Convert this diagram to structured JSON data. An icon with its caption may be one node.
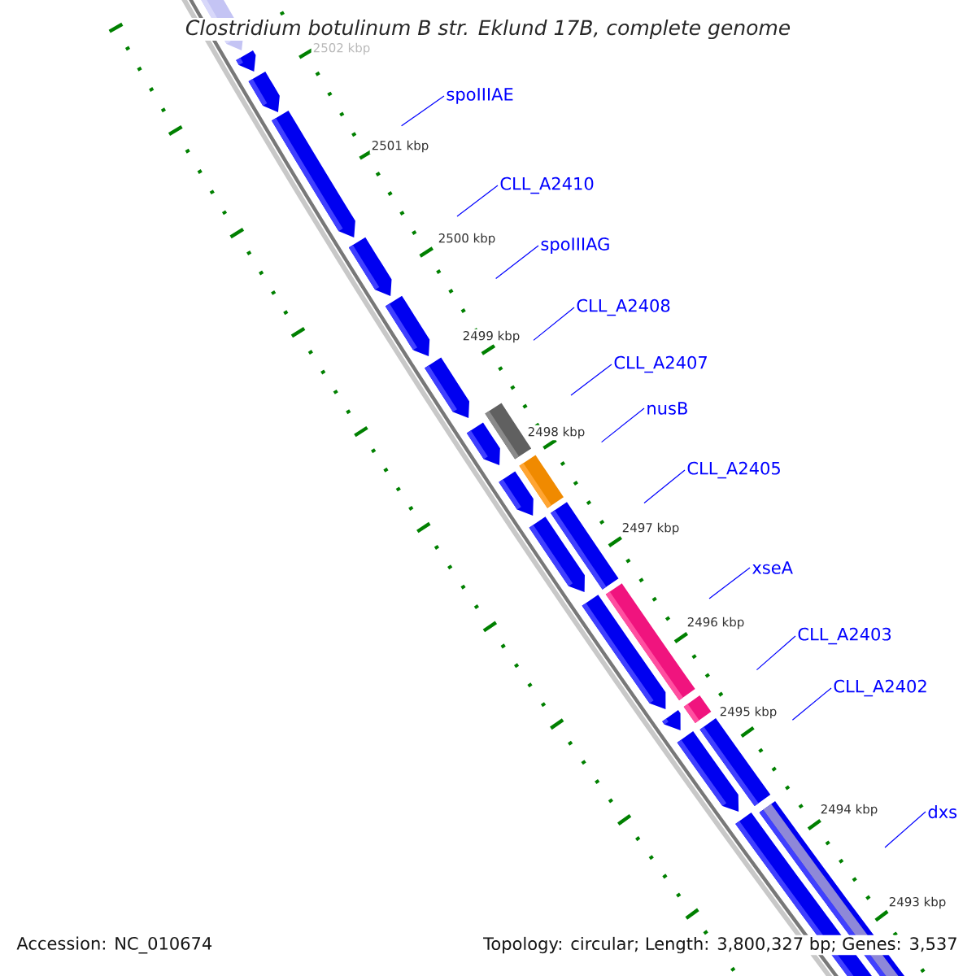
{
  "diagram": {
    "title": "Clostridium botulinum B str. Eklund 17B, complete genome",
    "nodes": [
      {
        "text": [
          "spoIIIAE"
        ]
      },
      {
        "text": [
          "CLL_A2410"
        ]
      },
      {
        "text": [
          "spoIIIAG"
        ]
      },
      {
        "text": [
          "CLL_A2408"
        ]
      },
      {
        "text": [
          "CLL_A2407"
        ]
      },
      {
        "text": [
          "nusB"
        ]
      },
      {
        "text": [
          "CLL_A2405"
        ]
      },
      {
        "text": [
          "xseA"
        ]
      },
      {
        "text": [
          "CLL_A2403"
        ]
      },
      {
        "text": [
          "CLL_A2402"
        ]
      },
      {
        "text": [
          "dxs"
        ]
      }
    ],
    "edges": [
      {
        "from": 0,
        "to": null,
        "arrow": "none"
      },
      {
        "from": 1,
        "to": null,
        "arrow": "none"
      },
      {
        "from": 2,
        "to": null,
        "arrow": "none"
      },
      {
        "from": 3,
        "to": null,
        "arrow": "none"
      },
      {
        "from": 4,
        "to": null,
        "arrow": "none"
      },
      {
        "from": 5,
        "to": null,
        "arrow": "none"
      },
      {
        "from": 6,
        "to": null,
        "arrow": "none"
      },
      {
        "from": 7,
        "to": null,
        "arrow": "none"
      },
      {
        "from": 8,
        "to": null,
        "arrow": "none"
      },
      {
        "from": 9,
        "to": null,
        "arrow": "none"
      },
      {
        "from": 10,
        "to": null,
        "arrow": "none"
      }
    ],
    "labels": [
      "2502 kbp",
      "2501 kbp",
      "2500 kbp",
      "2499 kbp",
      "2498 kbp",
      "2497 kbp",
      "2496 kbp",
      "2495 kbp",
      "2494 kbp",
      "2493 kbp",
      "Accession: NC_010674",
      "Topology: circular; Length: 3,800,327 bp; Genes: 3,537"
    ]
  }
}
